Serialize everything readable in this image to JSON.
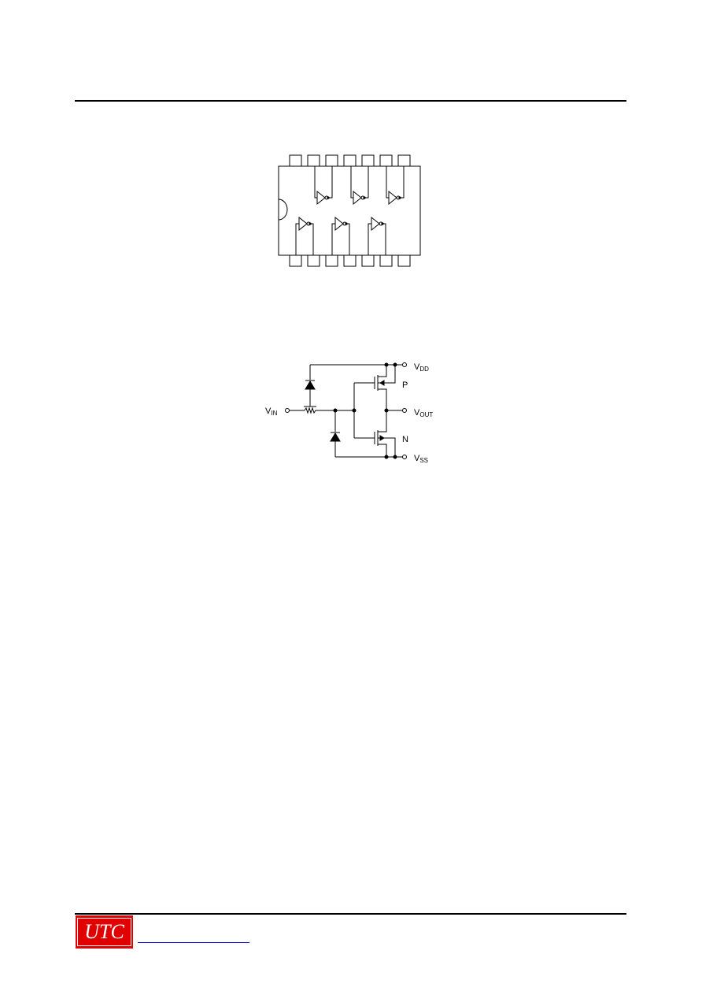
{
  "logo": {
    "text": "UTC",
    "color": "#e00000"
  },
  "schematic": {
    "labels": {
      "vdd_main": "V",
      "vdd_sub": "DD",
      "vout_main": "V",
      "vout_sub": "OUT",
      "vss_main": "V",
      "vss_sub": "SS",
      "vin_main": "V",
      "vin_sub": "IN",
      "p": "P",
      "n": "N"
    }
  }
}
